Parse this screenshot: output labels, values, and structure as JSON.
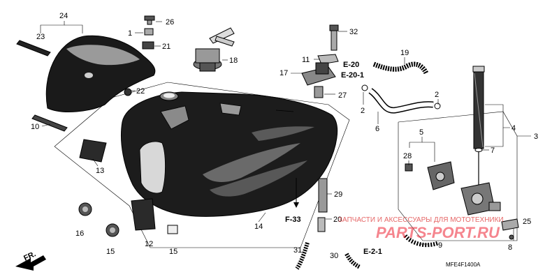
{
  "callouts": [
    {
      "id": "c24",
      "text": "24"
    },
    {
      "id": "c23",
      "text": "23"
    },
    {
      "id": "c26",
      "text": "26"
    },
    {
      "id": "c1",
      "text": "1"
    },
    {
      "id": "c21",
      "text": "21"
    },
    {
      "id": "c18",
      "text": "18"
    },
    {
      "id": "c32",
      "text": "32"
    },
    {
      "id": "c11",
      "text": "11"
    },
    {
      "id": "c17",
      "text": "17"
    },
    {
      "id": "c27",
      "text": "27"
    },
    {
      "id": "c19",
      "text": "19"
    },
    {
      "id": "c2a",
      "text": "2"
    },
    {
      "id": "c2b",
      "text": "2"
    },
    {
      "id": "c6",
      "text": "6"
    },
    {
      "id": "c4",
      "text": "4"
    },
    {
      "id": "c3",
      "text": "3"
    },
    {
      "id": "c7",
      "text": "7"
    },
    {
      "id": "c5",
      "text": "5"
    },
    {
      "id": "c28",
      "text": "28"
    },
    {
      "id": "c22",
      "text": "22"
    },
    {
      "id": "c10",
      "text": "10"
    },
    {
      "id": "c13",
      "text": "13"
    },
    {
      "id": "c29",
      "text": "29"
    },
    {
      "id": "c20",
      "text": "20"
    },
    {
      "id": "c14",
      "text": "14"
    },
    {
      "id": "c16",
      "text": "16"
    },
    {
      "id": "c12",
      "text": "12"
    },
    {
      "id": "c15a",
      "text": "15"
    },
    {
      "id": "c15b",
      "text": "15"
    },
    {
      "id": "c31",
      "text": "31"
    },
    {
      "id": "c30",
      "text": "30"
    },
    {
      "id": "c9",
      "text": "9"
    },
    {
      "id": "c25",
      "text": "25"
    },
    {
      "id": "c8",
      "text": "8"
    }
  ],
  "references": {
    "e20": "E-20",
    "e20_1": "E-20-1",
    "f33": "F-33",
    "e2_1": "E-2-1"
  },
  "front_label": "FR.",
  "diagram_code": "MFE4F1400A",
  "watermark": {
    "line1": "ЗАПЧАСТИ И АКСЕССУАРЫ ДЛЯ МОТОТЕХНИКИ",
    "line2": "PARTS-PORT.RU"
  },
  "colors": {
    "ink": "#000000",
    "paper": "#ffffff",
    "watermark": "#dd2233"
  }
}
